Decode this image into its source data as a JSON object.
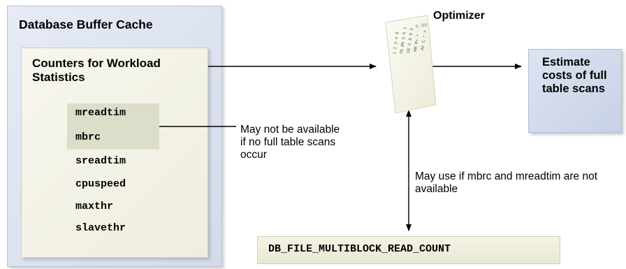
{
  "cache": {
    "title": "Database Buffer Cache"
  },
  "counters": {
    "title": "Counters for Workload Statistics",
    "items": [
      "mreadtim",
      "mbrc",
      "sreadtim",
      "cpuspeed",
      "maxthr",
      "slavethr"
    ]
  },
  "notes": {
    "mbrc_unavailable": "May not be available if no full table scans occur",
    "optimizer_fallback": "May use if mbrc and mreadtim are not available"
  },
  "optimizer": {
    "label": "Optimizer"
  },
  "estimate": {
    "text": "Estimate costs of full table scans"
  },
  "parameter": {
    "name": "DB_FILE_MULTIBLOCK_READ_COUNT"
  }
}
